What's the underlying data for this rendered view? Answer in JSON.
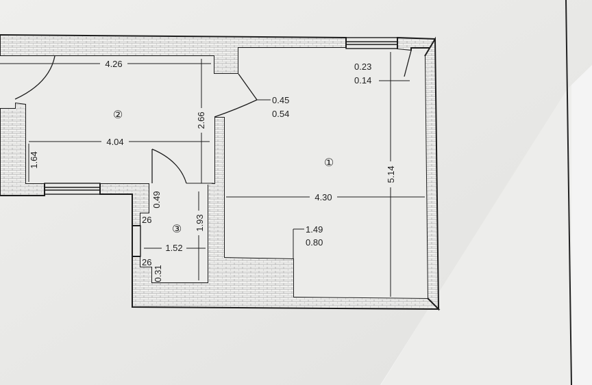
{
  "rooms": [
    {
      "number": "①"
    },
    {
      "number": "②"
    },
    {
      "number": "③"
    }
  ],
  "dimensions": {
    "room2_width_top": "4.26",
    "room2_width_mid": "4.04",
    "room2_height": "2.66",
    "room2_left_height": "1.64",
    "room1_width": "4.30",
    "room1_height": "5.14",
    "room1_window_a": "0.23",
    "room1_window_b": "0.14",
    "door_a": "0.45",
    "door_b": "0.54",
    "niche_a": "1.49",
    "niche_b": "0.80",
    "room3_width": "1.52",
    "room3_height": "1.93",
    "room3_wall_a": "0.49",
    "room3_wall_b": "26",
    "room3_wall_c": "26",
    "room3_wall_d": "0.31"
  },
  "colors": {
    "paper": "#e9e9e7",
    "background": "#dcdcdc",
    "line": "#1c1c1c",
    "hatch": "#9a9a9a"
  }
}
